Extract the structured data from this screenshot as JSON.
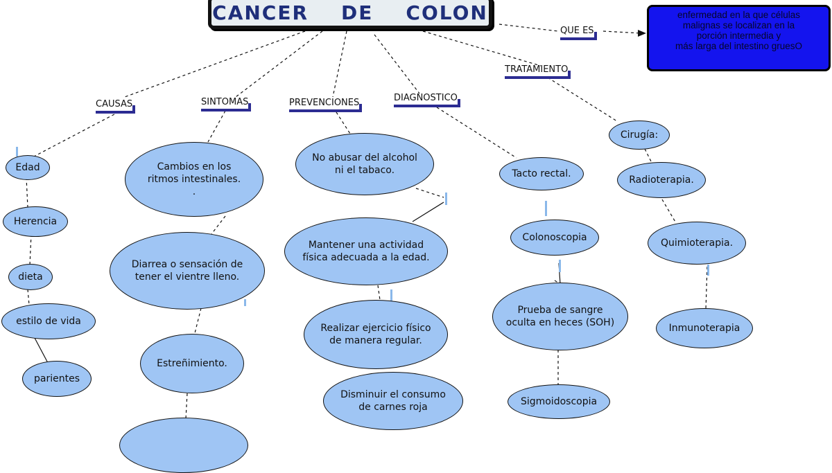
{
  "title": "CANCER    DE    COLON",
  "definition": {
    "label": "QUE ES",
    "text": "enfermedad en la que  células\nmalignas se localizan en la\nporción intermedia y\nmás larga del intestino gruesO"
  },
  "categories": {
    "causas": "CAUSAS",
    "sintomas": "SINTOMAS",
    "prevenciones": "PREVENCIONES",
    "diagnostico": "DIAGNOSTICO",
    "tratamiento": "TRATAMIENTO"
  },
  "causas": [
    "Edad",
    "Herencia",
    "dieta",
    "estilo de  vida",
    "parientes"
  ],
  "sintomas": [
    "Cambios en los\nritmos intestinales.\n.",
    "Diarrea o sensación de\ntener el vientre lleno.",
    "Estreñimiento.",
    ""
  ],
  "prevenciones": [
    "No abusar del alcohol\nni el tabaco.",
    "Mantener una actividad\nfísica adecuada a la edad.",
    "Realizar ejercicio físico\nde manera regular.",
    "Disminuir el consumo\nde carnes roja"
  ],
  "diagnostico": [
    "Tacto rectal.",
    "Colonoscopia",
    "Prueba de sangre\noculta en heces (SOH)",
    "Sigmoidoscopia"
  ],
  "tratamiento": [
    "Cirugía:",
    "Radioterapia.",
    "Quimioterapia.",
    "Inmunoterapia"
  ],
  "colors": {
    "node_fill": "#9fc5f4",
    "definition_fill": "#1414ee",
    "title_text": "#1f2f7a",
    "label_underline": "#2c2c92"
  }
}
